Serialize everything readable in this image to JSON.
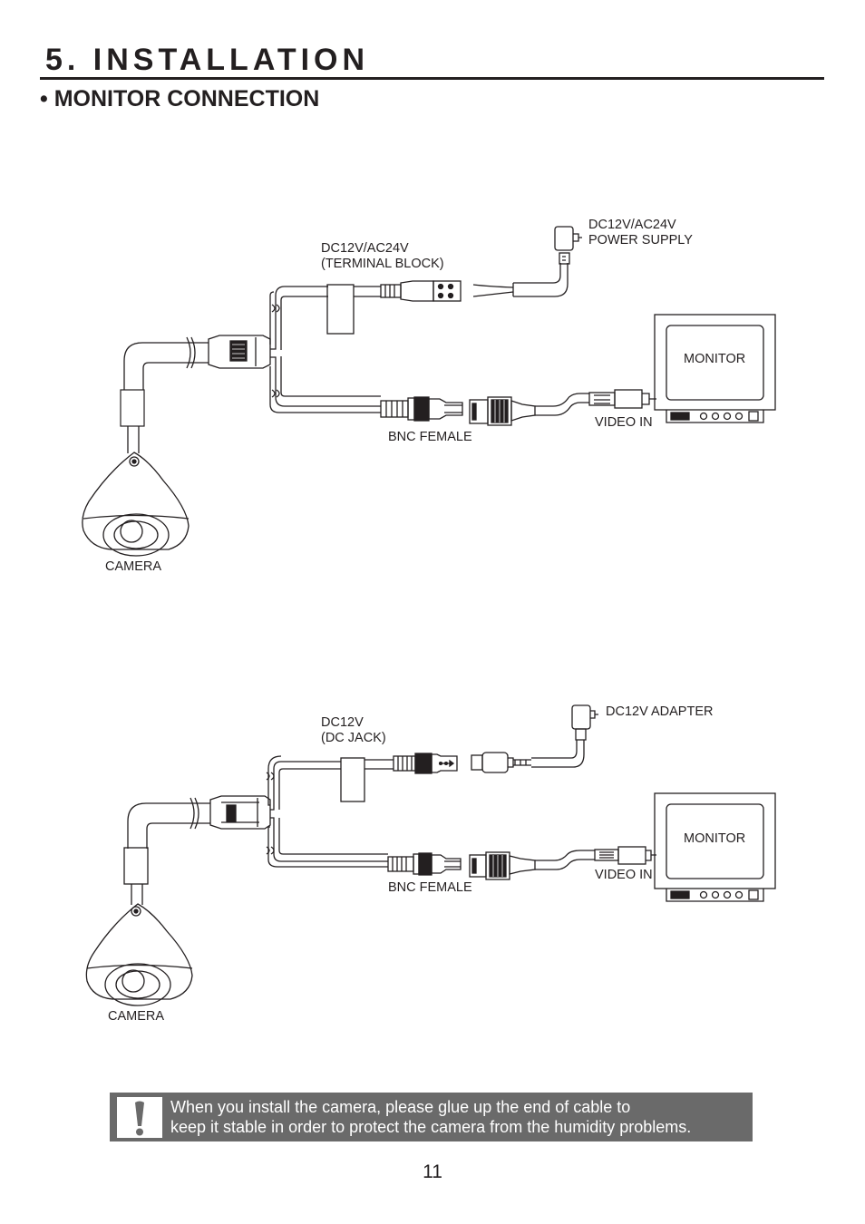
{
  "page": {
    "title": "5. INSTALLATION",
    "subtitle": "• MONITOR CONNECTION",
    "page_number": "11"
  },
  "diagram1": {
    "power_supply_label": [
      "DC12V/AC24V",
      "POWER SUPPLY"
    ],
    "terminal_block_label": [
      "DC12V/AC24V",
      "(TERMINAL BLOCK)"
    ],
    "monitor_label": "MONITOR",
    "video_in_label": "VIDEO IN",
    "bnc_female_label": "BNC FEMALE",
    "camera_label": "CAMERA"
  },
  "diagram2": {
    "adapter_label": "DC12V ADAPTER",
    "dc_jack_label": [
      "DC12V",
      "(DC JACK)"
    ],
    "monitor_label": "MONITOR",
    "video_in_label": "VIDEO IN",
    "bnc_female_label": "BNC FEMALE",
    "camera_label": "CAMERA"
  },
  "notice": {
    "lines": [
      "When you install the camera, please glue up the end of cable to",
      "keep it stable in order to protect the camera from the humidity problems."
    ]
  }
}
